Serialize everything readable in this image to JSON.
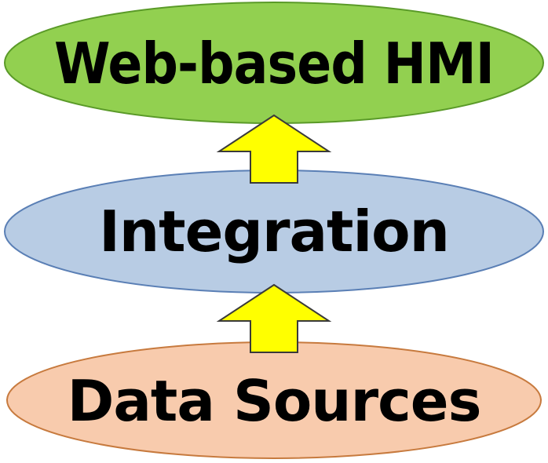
{
  "diagram": {
    "layers": [
      {
        "label": "Web-based HMI",
        "fill": "#92d050",
        "stroke": "#5a9a28"
      },
      {
        "label": "Integration",
        "fill": "#b8cce4",
        "stroke": "#5a7fb5"
      },
      {
        "label": "Data Sources",
        "fill": "#f8cbad",
        "stroke": "#c77a3e"
      }
    ],
    "arrows": [
      {
        "from": "Integration",
        "to": "Web-based HMI",
        "fill": "#ffff00",
        "stroke": "#3a3a3a"
      },
      {
        "from": "Data Sources",
        "to": "Integration",
        "fill": "#ffff00",
        "stroke": "#3a3a3a"
      }
    ]
  }
}
